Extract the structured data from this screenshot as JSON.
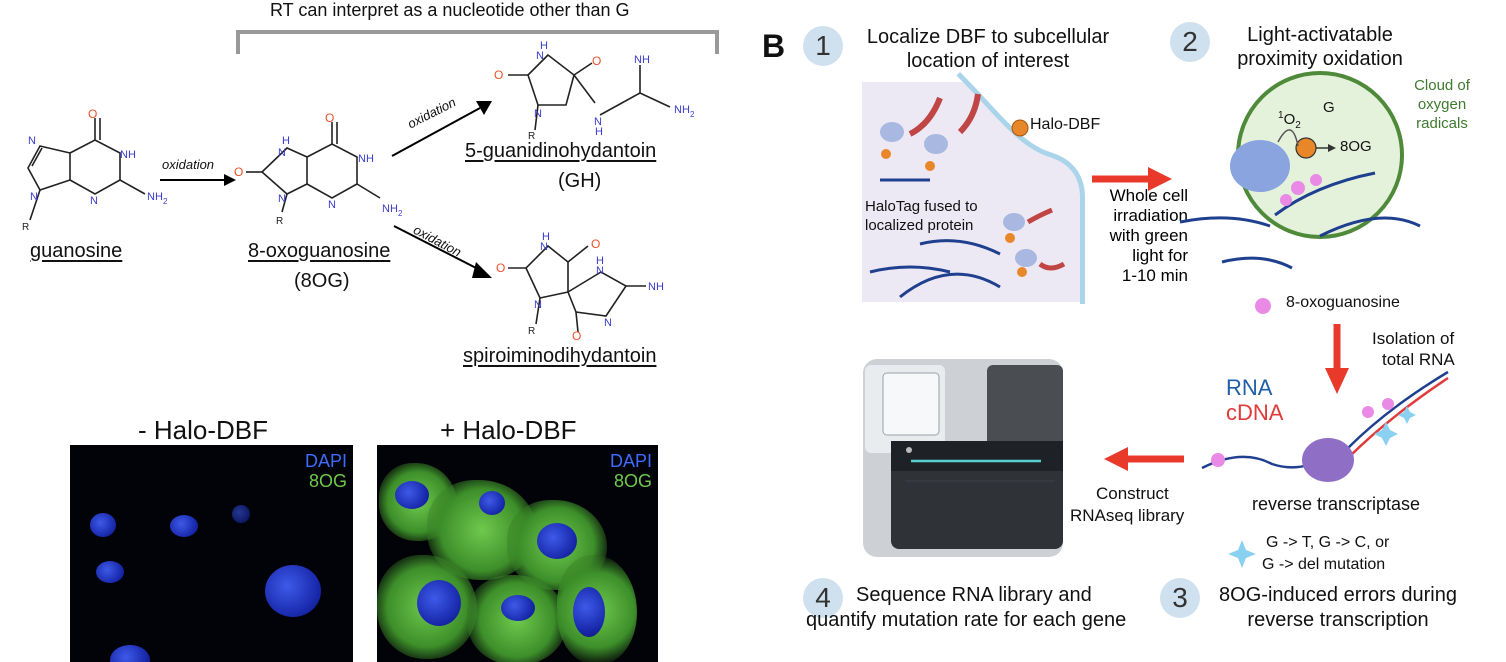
{
  "panelA": {
    "bracket_label": "RT can interpret as a nucleotide other than G",
    "guanosine_label": "guanosine",
    "oxo_label": "8-oxoguanosine",
    "oxo_abbrev": "(8OG)",
    "gh_label": "5-guanidinohydantoin",
    "gh_abbrev": "(GH)",
    "sp_label": "spiroiminodihydantoin",
    "arrow1_label": "oxidation",
    "arrow2_label": "oxidation",
    "arrow3_label": "oxidation",
    "atoms": {
      "N": "N",
      "NH": "NH",
      "NH2": "NH",
      "sub2": "2",
      "O": "O",
      "R": "R"
    }
  },
  "micro": {
    "left_title": "- Halo-DBF",
    "right_title": "+ Halo-DBF",
    "dapi": "DAPI",
    "og": "8OG"
  },
  "panelB": {
    "letter": "B",
    "step1_num": "1",
    "step1_line1": "Localize DBF to subcellular",
    "step1_line2": "location of interest",
    "halo_dbf": "Halo-DBF",
    "halotag_line1": "HaloTag fused to",
    "halotag_line2": "localized protein",
    "irr_lines": [
      "Whole cell",
      "irradiation",
      "with green",
      "light for",
      "1-10 min"
    ],
    "step2_num": "2",
    "step2_line1": "Light-activatable",
    "step2_line2": "proximity oxidation",
    "cloud_lines": [
      "Cloud of",
      "oxygen",
      "radicals"
    ],
    "singlet": "1",
    "o2": "O",
    "o2_sub": "2",
    "g": "G",
    "og_label": "8OG",
    "oxoguanosine_legend": "8-oxoguanosine",
    "isolation_line1": "Isolation of",
    "isolation_line2": "total RNA",
    "rna": "RNA",
    "cdna": "cDNA",
    "rt_label": "reverse transcriptase",
    "construct_line1": "Construct",
    "construct_line2": "RNAseq library",
    "mut_line1": "G -> T, G -> C, or",
    "mut_line2": "G -> del mutation",
    "step3_num": "3",
    "step3_line1": "8OG-induced errors during",
    "step3_line2": "reverse transcription",
    "step4_num": "4",
    "step4_line1": "Sequence RNA library and",
    "step4_line2": "quantify mutation rate for each gene"
  },
  "colors": {
    "oxygen": "#e8522a",
    "nitrogen": "#3b3bd0",
    "red_arrow": "#e8392b",
    "cloud_green": "#3f7a2f",
    "rna_blue": "#1f5fa8",
    "cdna_red": "#e03a3a",
    "step_circle": "#cfe0ee"
  }
}
